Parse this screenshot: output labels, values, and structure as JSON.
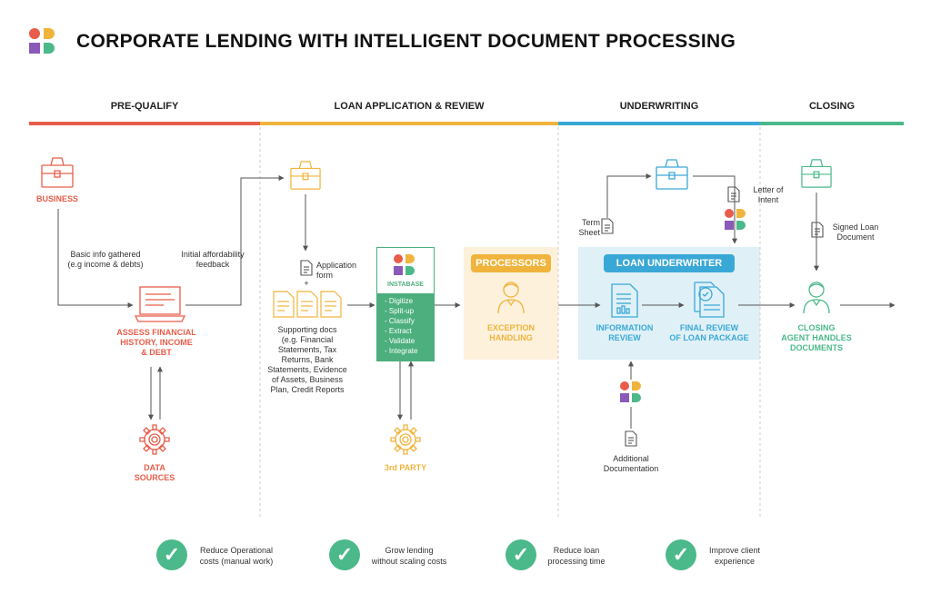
{
  "title": "CORPORATE LENDING WITH INTELLIGENT DOCUMENT PROCESSING",
  "colors": {
    "red": "#e85d4a",
    "yellow": "#f0b43c",
    "blue": "#3aa8d6",
    "green": "#4bb98a"
  },
  "phases": [
    {
      "label": "PRE-QUALIFY",
      "color": "#e85d4a"
    },
    {
      "label": "LOAN APPLICATION & REVIEW",
      "color": "#f0b43c"
    },
    {
      "label": "UNDERWRITING",
      "color": "#3aa8d6"
    },
    {
      "label": "CLOSING",
      "color": "#4bb98a"
    }
  ],
  "prequalify": {
    "business": "BUSINESS",
    "basic_info": "Basic info gathered\n(e.g income & debts)",
    "initial_feedback": "Initial affordability\nfeedback",
    "assess": "ASSESS FINANCIAL\nHISTORY, INCOME\n& DEBT",
    "data_sources": "DATA\nSOURCES"
  },
  "application": {
    "application_form": "Application\nform",
    "plus": "+",
    "supporting_docs": "Supporting docs\n(e.g. Financial\nStatements, Tax\nReturns, Bank\nStatements, Evidence\nof Assets, Business\nPlan, Credit Reports",
    "instabase_name": "INSTABASE",
    "instabase_steps": [
      "- Digitize",
      "- Split-up",
      "- Classify",
      "- Extract",
      "- Validate",
      "- Integrate"
    ],
    "third_party": "3rd PARTY",
    "processors": "PROCESSORS",
    "exception": "EXCEPTION\nHANDLING"
  },
  "underwriting": {
    "term_sheet": "Term\nSheet",
    "letter_of_intent": "Letter of\nIntent",
    "loan_underwriter": "LOAN UNDERWRITER",
    "information_review": "INFORMATION\nREVIEW",
    "final_review": "FINAL REVIEW\nOF LOAN PACKAGE",
    "additional_docs": "Additional\nDocumentation"
  },
  "closing": {
    "signed_loan": "Signed Loan\nDocument",
    "closing_agent": "CLOSING\nAGENT HANDLES\nDOCUMENTS"
  },
  "benefits": [
    "Reduce Operational\ncosts (manual work)",
    "Grow lending\nwithout scaling costs",
    "Reduce loan\nprocessing time",
    "Improve client\nexperience"
  ],
  "icons": {
    "logo": "instabase-logo-icon",
    "briefcase": "briefcase-icon",
    "laptop": "laptop-icon",
    "gear": "gear-icon",
    "document": "document-icon",
    "person": "person-icon",
    "check": "check-icon"
  }
}
